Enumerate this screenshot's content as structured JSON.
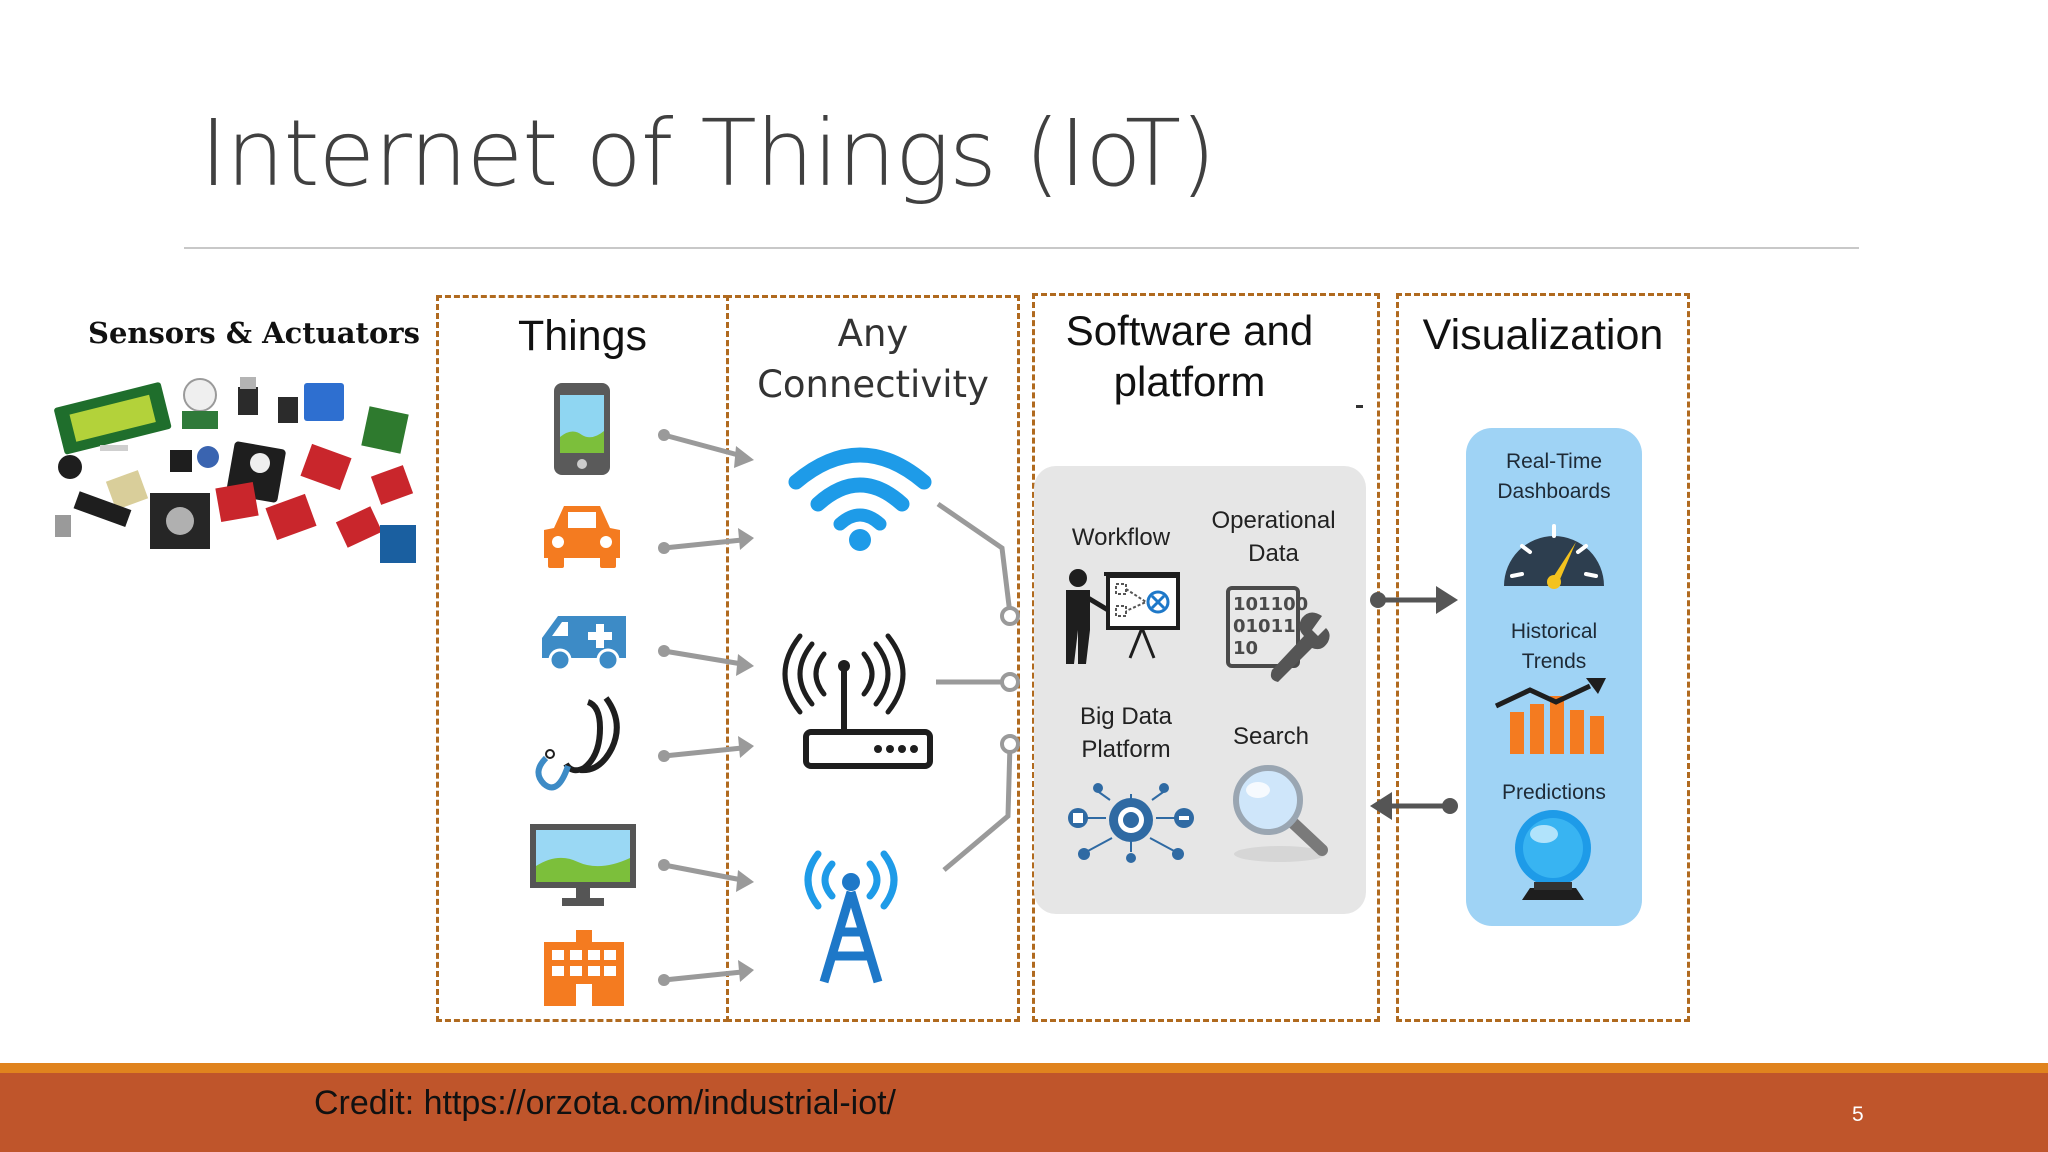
{
  "slide": {
    "title": "Internet of Things (IoT)",
    "credit": "Credit: https://orzota.com/industrial-iot/",
    "page_number": "5"
  },
  "sensors": {
    "label": "Sensors & Actuators"
  },
  "sections": {
    "things": "Things",
    "connectivity": [
      "Any",
      "Connectivity"
    ],
    "software": [
      "Software and",
      "platform"
    ],
    "visualization": "Visualization"
  },
  "platform_items": {
    "workflow": "Workflow",
    "operational_data": [
      "Operational",
      "Data"
    ],
    "big_data": [
      "Big Data",
      "Platform"
    ],
    "search": "Search",
    "binary_text": [
      "101100",
      "01011",
      "10"
    ]
  },
  "visualization_items": {
    "dashboards": [
      "Real-Time",
      "Dashboards"
    ],
    "trends": [
      "Historical",
      "Trends"
    ],
    "predictions": "Predictions"
  },
  "colors": {
    "accent_orange": "#f47b20",
    "icon_blue": "#3d8bc6",
    "wifi_blue": "#1e9be8",
    "footer": "#bf552b",
    "footer_line": "#e0831e",
    "dashed_border": "#b06a1f"
  },
  "icons": {
    "things": [
      "smartphone-icon",
      "car-icon",
      "ambulance-icon",
      "stethoscope-icon",
      "monitor-icon",
      "hospital-icon"
    ],
    "connectivity": [
      "wifi-icon",
      "router-icon",
      "cell-tower-icon"
    ],
    "platform": [
      "presenter-icon",
      "binary-wrench-icon",
      "network-icon",
      "magnifier-icon"
    ],
    "visualization": [
      "gauge-icon",
      "bar-chart-icon",
      "crystal-ball-icon"
    ]
  }
}
